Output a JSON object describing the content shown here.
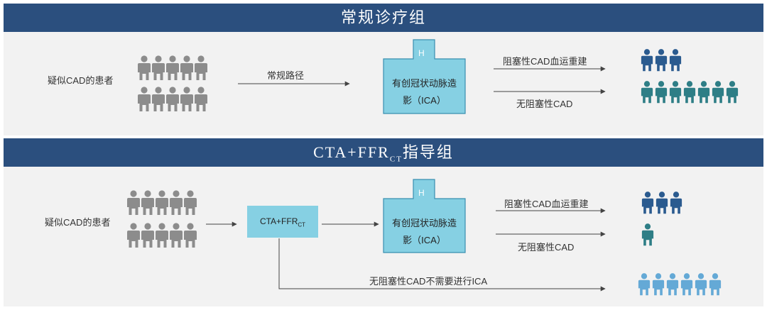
{
  "top_section": {
    "title": "常规诊疗组",
    "patients_label": "疑似CAD的患者",
    "path_label": "常规路径",
    "ica_box": {
      "badge": "H",
      "line1": "有创冠状动脉造",
      "line2": "影（ICA）"
    },
    "outcome_upper": "阻塞性CAD血运重建",
    "outcome_lower": "无阻塞性CAD"
  },
  "bottom_section": {
    "title_main": "CTA+FFR",
    "title_sub": "CT",
    "title_suffix": "指导组",
    "patients_label": "疑似CAD的患者",
    "ffr_box_main": "CTA+FFR",
    "ffr_box_sub": "CT",
    "ica_box": {
      "badge": "H",
      "line1": "有创冠状动脉造",
      "line2": "影（ICA）"
    },
    "outcome_upper": "阻塞性CAD血运重建",
    "outcome_lower": "无阻塞性CAD",
    "bypass_label": "无阻塞性CAD不需要进行ICA"
  },
  "colors": {
    "banner": "#2b4f7e",
    "panel": "#f2f2f2",
    "patient_gray": "#8c8c8c",
    "obstructive_dark_blue": "#2b5b8f",
    "non_obstructive_teal": "#2e7e86",
    "no_ica_light_blue": "#64a9d6",
    "ica_box_fill": "#86d0e3",
    "ica_box_stroke": "#3a8fb0"
  }
}
